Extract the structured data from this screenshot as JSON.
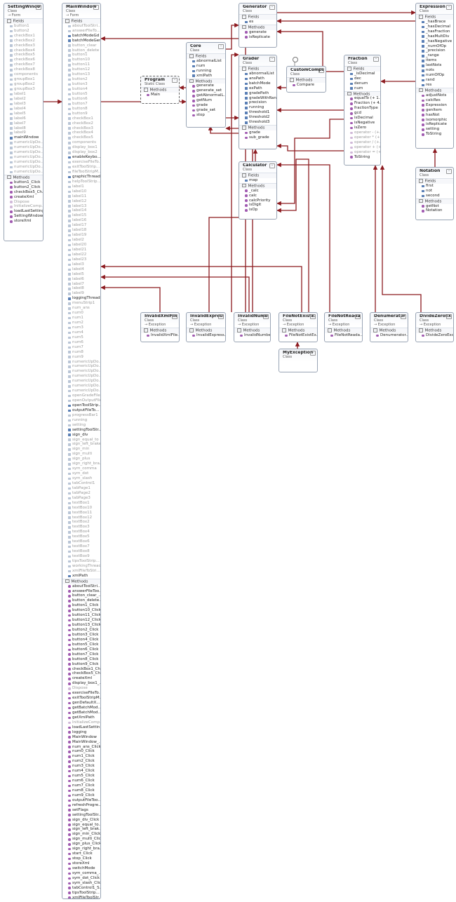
{
  "labels": {
    "fields": "Fields",
    "methods": "Methods"
  },
  "colors": {
    "arrow": "#8c1a1f",
    "border": "#9aa5b5",
    "field_icon": "#5a7fb5",
    "method_icon": "#a05ab0"
  },
  "classes": {
    "setting_window": {
      "name": "SettingWindow",
      "type": "Class",
      "parent": "→ Form",
      "fields": [
        "button1",
        "button2",
        "checkBox1",
        "checkBox2",
        "checkBox3",
        "checkBox4",
        "checkBox5",
        "checkBox6",
        "checkBox7",
        "checkBox8",
        "components",
        "groupBox1",
        "groupBox2",
        "groupBox3",
        "label1",
        "label2",
        "label3",
        "label4",
        "label5",
        "label6",
        "label7",
        "label8",
        "label9",
        "mainWindow",
        "numericUpDo...",
        "numericUpDo...",
        "numericUpDo...",
        "numericUpDo...",
        "numericUpDo...",
        "numericUpDo...",
        "numericUpDo..."
      ],
      "methods": [
        "button1_Click",
        "button2_Click",
        "checkBox5_Ch...",
        "createXml",
        "Dispose",
        "InitializeComp...",
        "loadLastSetting",
        "SettingWindow",
        "storeXml"
      ]
    },
    "main_window": {
      "name": "MainWindow",
      "type": "Class",
      "parent": "→ Form",
      "fields": [
        "aboutToolStri...",
        "answerFileTo...",
        "batchModeGd",
        "batchModeGen",
        "button_clear",
        "button_delete",
        "button1",
        "button10",
        "button11",
        "button12",
        "button13",
        "button2",
        "button3",
        "button4",
        "button5",
        "button6",
        "button7",
        "button8",
        "button9",
        "checkBox1",
        "checkBox2",
        "checkBox3",
        "checkBox4",
        "checkBox5",
        "components",
        "display_box1",
        "display_box2",
        "enableKeybo...",
        "exerciseFileTo...",
        "exitToolStrip...",
        "fileToolStripM...",
        "graphicThread",
        "helpToolStrip...",
        "label1",
        "label10",
        "label11",
        "label12",
        "label13",
        "label14",
        "label15",
        "label16",
        "label17",
        "label18",
        "label19",
        "label2",
        "label20",
        "label21",
        "label22",
        "label23",
        "label3",
        "label4",
        "label5",
        "label6",
        "label7",
        "label8",
        "label9",
        "loggingThread",
        "menuStrip1",
        "num_ans",
        "num0",
        "num1",
        "num2",
        "num3",
        "num4",
        "num5",
        "num6",
        "num7",
        "num8",
        "num9",
        "numericUpDo...",
        "numericUpDo...",
        "numericUpDo...",
        "numericUpDo...",
        "numericUpDo...",
        "numericUpDo...",
        "numericUpDo...",
        "openGradeFile",
        "openOutputFile",
        "openToolStrip...",
        "outputFileTo...",
        "progressBar1",
        "running",
        "setting",
        "settingToolStr...",
        "sign_div",
        "sign_equal_to",
        "sign_left_brake",
        "sign_min",
        "sign_multi",
        "sign_plus",
        "sign_right_bra...",
        "sym_comma",
        "sym_dot",
        "sym_slash",
        "tabControl1",
        "tabPage1",
        "tabPage2",
        "tabPage3",
        "textBox1",
        "textBox10",
        "textBox11",
        "textBox12",
        "textBox2",
        "textBox3",
        "textBox4",
        "textBox5",
        "textBox6",
        "textBox7",
        "textBox8",
        "textBox9",
        "tipsToolStrip...",
        "workingThread",
        "xmlFileToStri...",
        "xmlPath"
      ],
      "methods": [
        "aboutToolStri...",
        "answerFileToo...",
        "button_clear_...",
        "button_delete...",
        "button1_Click",
        "button10_Click",
        "button11_Click",
        "button12_Click",
        "button13_Click",
        "button2_Click",
        "button3_Click",
        "button4_Click",
        "button5_Click",
        "button6_Click",
        "button7_Click",
        "button8_Click",
        "button9_Click",
        "checkBox1_Ch...",
        "checkBox5_Ch...",
        "createXml",
        "display_box1_...",
        "Dispose",
        "exerciseFileTo...",
        "exitToolStripM...",
        "genDefaultX...",
        "getBatchMod...",
        "getBatchMod...",
        "getXmlPath",
        "InitializeComp...",
        "loadLastSettin...",
        "logging",
        "MainWindow",
        "MainWindow_...",
        "num_ans_Click",
        "num0_Click",
        "num1_Click",
        "num2_Click",
        "num3_Click",
        "num4_Click",
        "num5_Click",
        "num6_Click",
        "num7_Click",
        "num8_Click",
        "num9_Click",
        "outputFileToo...",
        "refreshProgre...",
        "setFlags",
        "settingToolStr...",
        "sign_div_Click",
        "sign_equal_to...",
        "sign_left_brak...",
        "sign_min_Click",
        "sign_multi_Click",
        "sign_plus_Click",
        "sign_right_bra...",
        "start_Click",
        "stop_Click",
        "storeXml",
        "switchMode",
        "sym_comma_...",
        "sym_dot_Click",
        "sym_slash_Click",
        "tabControl1_S...",
        "tipsToolStrip...",
        "xmlFileToolStr..."
      ]
    },
    "program": {
      "name": "Program",
      "type": "Static Class",
      "methods": [
        "Main"
      ]
    },
    "core": {
      "name": "Core",
      "type": "Class",
      "fields": [
        "abnormalList",
        "num",
        "running",
        "xmlPath"
      ],
      "methods": [
        "generate",
        "generate_set",
        "getAbnormalL...",
        "getNum",
        "grade",
        "grade_set",
        "stop"
      ]
    },
    "generator": {
      "name": "Generator",
      "type": "Class",
      "fields": [
        "es"
      ],
      "methods": [
        "generate",
        "isReplicate"
      ]
    },
    "grader": {
      "name": "Grader",
      "type": "Class",
      "fields": [
        "abnormalList",
        "ansPath",
        "batchMode",
        "exPath",
        "gradePath",
        "gradeWithRank",
        "precision",
        "running",
        "threshold1",
        "threshold2",
        "threshold3"
      ],
      "methods": [
        "grade",
        "sub_grade"
      ]
    },
    "custom_compare": {
      "name": "CustomComps...",
      "type": "Class",
      "methods": [
        "Compare"
      ]
    },
    "fraction": {
      "name": "Fraction",
      "type": "Class",
      "fields": [
        "_isDecimal",
        "dec",
        "denum",
        "num"
      ],
      "methods": [
        "equalTo (+ 1...",
        "Fraction (+ 4...",
        "fractionType",
        "gcd",
        "isDecimal",
        "isNegative",
        "isZero",
        "operator - (+...",
        "operator * (+...",
        "operator / (+...",
        "operator + (+...",
        "operator = (+...",
        "ToString"
      ]
    },
    "expression": {
      "name": "Expression",
      "type": "Class",
      "fields": [
        "_hasBrace",
        "_hasDecimal",
        "_hasFraction",
        "_hasMultDiv",
        "_hasNegative",
        "_numOfOp",
        "_precision",
        "_range",
        "items",
        "lastNots",
        "nots",
        "numOfOp",
        "rand",
        "res"
      ],
      "methods": [
        "adjustNots",
        "calcRes",
        "Expression",
        "genItem",
        "hasNot",
        "isomorphic",
        "isReplicate",
        "setting",
        "ToString"
      ]
    },
    "calculator": {
      "name": "Calculator",
      "type": "Class",
      "fields": [
        "map"
      ],
      "methods": [
        "_calc",
        "calc",
        "calcPriority",
        "isDigit",
        "isOp"
      ]
    },
    "notation": {
      "name": "Notation",
      "type": "Class",
      "fields": [
        "first",
        "not",
        "second"
      ],
      "methods": [
        "getNot",
        "Notation"
      ]
    },
    "invalid_xml": {
      "name": "InvalidXmlFile...",
      "type": "Class",
      "parent": "→ Exception",
      "methods": [
        "InvalidXmlFile..."
      ]
    },
    "invalid_expression": {
      "name": "InvalidExpressi...",
      "type": "Class",
      "parent": "→ Exception",
      "methods": [
        "InvalidExpress..."
      ]
    },
    "invalid_number": {
      "name": "InvalidNumber...",
      "type": "Class",
      "parent": "→ Exception",
      "methods": [
        "InvalidNumbe..."
      ]
    },
    "file_not_exist": {
      "name": "FileNotExistEx...",
      "type": "Class",
      "parent": "→ Exception",
      "methods": [
        "FileNotExistEx..."
      ]
    },
    "file_not_readable": {
      "name": "FileNotReadab...",
      "type": "Class",
      "parent": "→ Exception",
      "methods": [
        "FileNotReada..."
      ]
    },
    "denumerator_zero": {
      "name": "DenumeratorZ...",
      "type": "Class",
      "parent": "→ Exception",
      "methods": [
        "Denumerator..."
      ]
    },
    "divide_zero": {
      "name": "DivideZeroExc...",
      "type": "Class",
      "parent": "→ Exception",
      "methods": [
        "DivideZeroExc..."
      ]
    },
    "my_exception": {
      "name": "MyException",
      "type": "Class"
    }
  }
}
